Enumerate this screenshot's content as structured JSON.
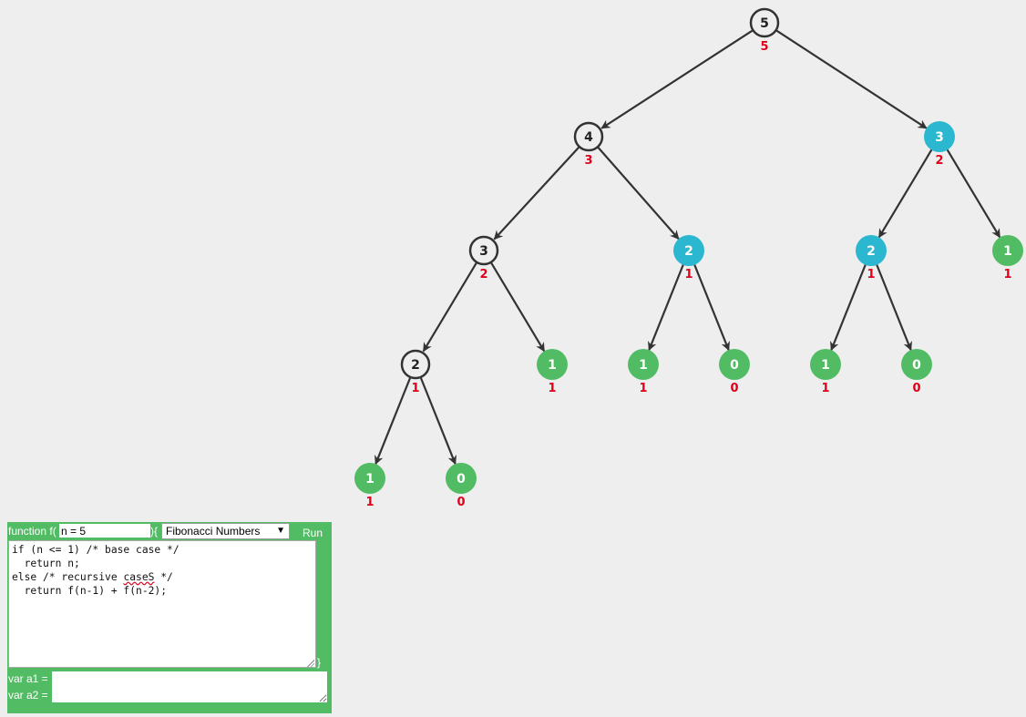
{
  "colors": {
    "unvisited_fill": "#eeeeee",
    "unvisited_stroke": "#333333",
    "active_fill": "#2bb7cf",
    "resolved_fill": "#52bc64",
    "edge": "#333333",
    "return_value": "#e0001a",
    "panel": "#52bc64"
  },
  "tree": {
    "nodes": [
      {
        "id": "n5",
        "label": "5",
        "value": "5",
        "state": "unvisited",
        "depth": 0,
        "slot": 4.33
      },
      {
        "id": "n4",
        "label": "4",
        "value": "3",
        "state": "unvisited",
        "depth": 1,
        "slot": 2.4
      },
      {
        "id": "n3a",
        "label": "3",
        "value": "2",
        "state": "unvisited",
        "depth": 2,
        "slot": 1.25
      },
      {
        "id": "n2a",
        "label": "2",
        "value": "1",
        "state": "unvisited",
        "depth": 3,
        "slot": 0.5
      },
      {
        "id": "n1a",
        "label": "1",
        "value": "1",
        "state": "resolved",
        "depth": 4,
        "slot": 0
      },
      {
        "id": "n0a",
        "label": "0",
        "value": "0",
        "state": "resolved",
        "depth": 4,
        "slot": 1
      },
      {
        "id": "n1b",
        "label": "1",
        "value": "1",
        "state": "resolved",
        "depth": 3,
        "slot": 2
      },
      {
        "id": "n2b",
        "label": "2",
        "value": "1",
        "state": "active",
        "depth": 2,
        "slot": 3.5
      },
      {
        "id": "n1c",
        "label": "1",
        "value": "1",
        "state": "resolved",
        "depth": 3,
        "slot": 3
      },
      {
        "id": "n0b",
        "label": "0",
        "value": "0",
        "state": "resolved",
        "depth": 3,
        "slot": 4
      },
      {
        "id": "n3b",
        "label": "3",
        "value": "2",
        "state": "active",
        "depth": 1,
        "slot": 6.25
      },
      {
        "id": "n2c",
        "label": "2",
        "value": "1",
        "state": "active",
        "depth": 2,
        "slot": 5.5
      },
      {
        "id": "n1d",
        "label": "1",
        "value": "1",
        "state": "resolved",
        "depth": 3,
        "slot": 5
      },
      {
        "id": "n0c",
        "label": "0",
        "value": "0",
        "state": "resolved",
        "depth": 3,
        "slot": 6
      },
      {
        "id": "n1e",
        "label": "1",
        "value": "1",
        "state": "resolved",
        "depth": 2,
        "slot": 7
      }
    ],
    "edges": [
      [
        "n5",
        "n4"
      ],
      [
        "n5",
        "n3b"
      ],
      [
        "n4",
        "n3a"
      ],
      [
        "n4",
        "n2b"
      ],
      [
        "n3a",
        "n2a"
      ],
      [
        "n3a",
        "n1b"
      ],
      [
        "n2a",
        "n1a"
      ],
      [
        "n2a",
        "n0a"
      ],
      [
        "n2b",
        "n1c"
      ],
      [
        "n2b",
        "n0b"
      ],
      [
        "n3b",
        "n2c"
      ],
      [
        "n3b",
        "n1e"
      ],
      [
        "n2c",
        "n1d"
      ],
      [
        "n2c",
        "n0c"
      ]
    ]
  },
  "editor": {
    "function_prefix": "function f(",
    "param_value": "n = 5",
    "function_open": "){",
    "preset_selected": "Fibonacci Numbers",
    "run_label": "Run",
    "code_lines": [
      "if (n <= 1) /* base case */",
      "  return n;",
      "else /* recursive caseS */",
      "  return f(n-1) + f(n-2);"
    ],
    "function_close": "}",
    "var_a1_label": "var a1 =",
    "var_a2_label": "var a2 ="
  }
}
